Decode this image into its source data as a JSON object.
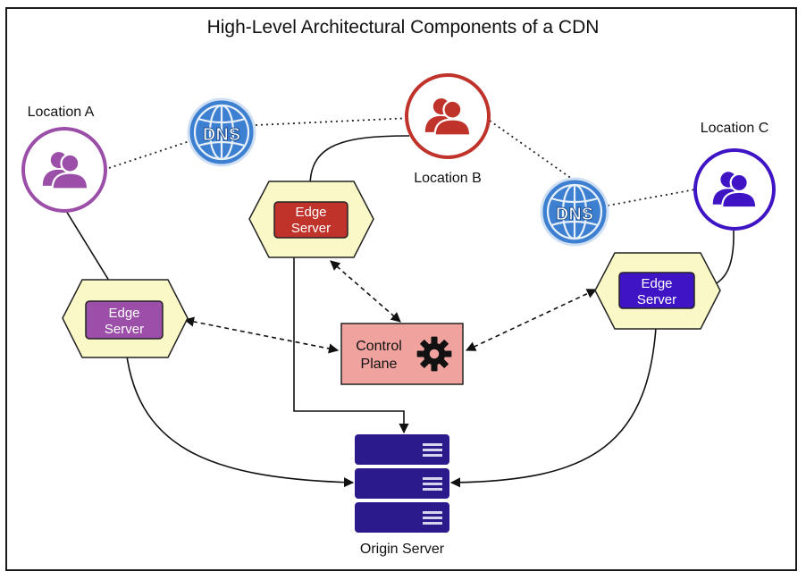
{
  "title": "High-Level Architectural Components of a CDN",
  "locations": {
    "a": {
      "label": "Location A",
      "color": "#9b4fa8"
    },
    "b": {
      "label": "Location B",
      "color": "#c0332b"
    },
    "c": {
      "label": "Location C",
      "color": "#3f14c4"
    }
  },
  "dns_label": "DNS",
  "edge_servers": {
    "a": {
      "line1": "Edge",
      "line2": "Server",
      "color": "#9b4fa8"
    },
    "b": {
      "line1": "Edge",
      "line2": "Server",
      "color": "#c0332b"
    },
    "c": {
      "line1": "Edge",
      "line2": "Server",
      "color": "#3f14c4"
    }
  },
  "control_plane": {
    "line1": "Control",
    "line2": "Plane",
    "color": "#f0a39e"
  },
  "origin_server": {
    "label": "Origin Server",
    "color": "#2a1a8c"
  },
  "colors": {
    "hexagon_fill": "#fbf8c8",
    "dns_blue": "#3d7fd0"
  }
}
